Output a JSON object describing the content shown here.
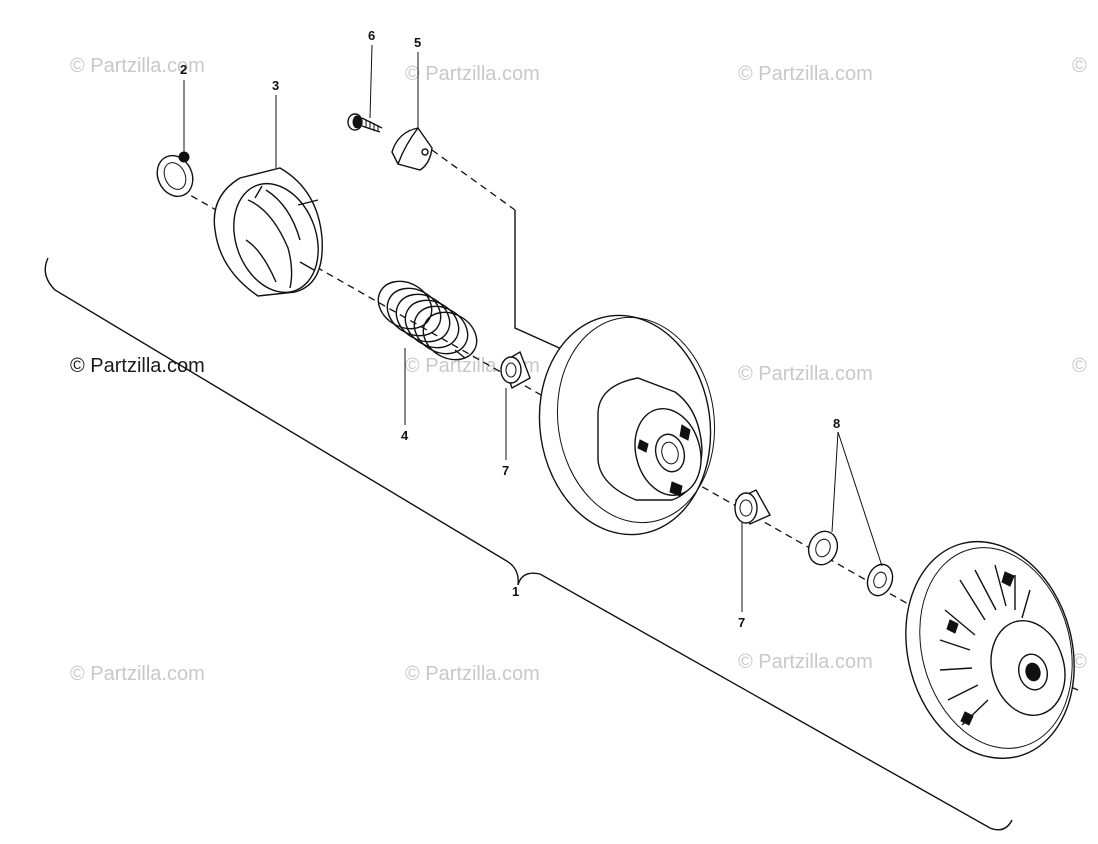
{
  "watermark": {
    "text": "© Partzilla.com",
    "partial_text": "©"
  },
  "callouts": {
    "item_1": "1",
    "item_2": "2",
    "item_3": "3",
    "item_4": "4",
    "item_5": "5",
    "item_6": "6",
    "item_7a": "7",
    "item_7b": "7",
    "item_8": "8"
  },
  "colors": {
    "line": "#111111",
    "watermark": "#c8c8c8",
    "background": "#ffffff"
  }
}
